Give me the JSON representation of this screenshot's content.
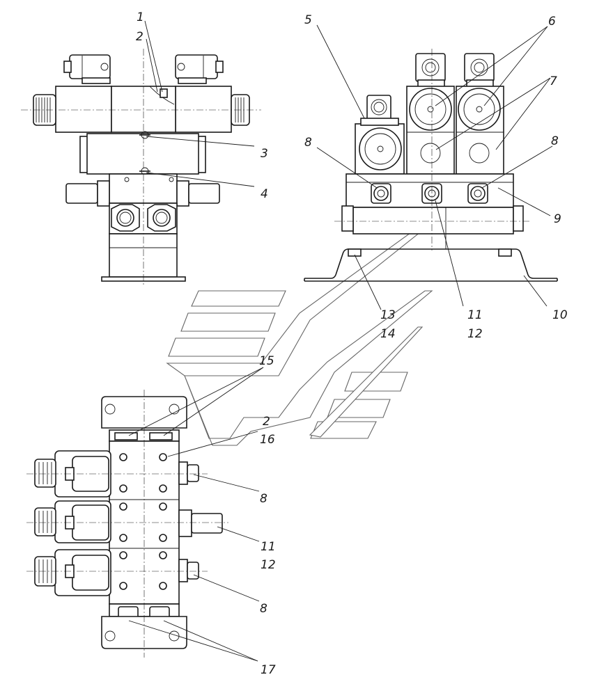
{
  "callouts": {
    "c1": "1",
    "c2": "2",
    "c3": "3",
    "c4": "4",
    "c5": "5",
    "c6": "6",
    "c7": "7",
    "c8a": "8",
    "c8b": "8",
    "c9": "9",
    "c10": "10",
    "c11": "11",
    "c12": "12",
    "c13": "13",
    "c14": "14",
    "c15": "15",
    "c2b": "2",
    "c16": "16",
    "c8c": "8",
    "c11b": "11",
    "c12b": "12",
    "c8d": "8",
    "c17": "17"
  },
  "colors": {
    "line": "#1a1a1a",
    "watermark": "#666666",
    "background": "#ffffff"
  }
}
